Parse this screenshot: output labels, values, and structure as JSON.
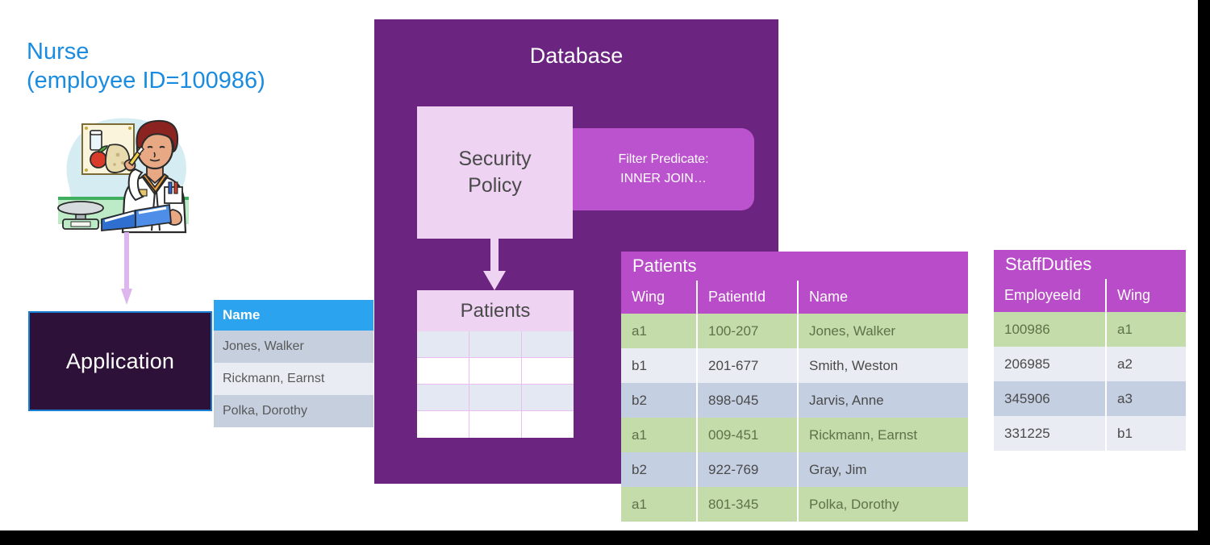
{
  "actor": {
    "role_label": "Nurse",
    "id_label": "(employee ID=100986)",
    "color": "#1A8CE0",
    "illustration": "nurse-dietitian-illustration"
  },
  "application": {
    "label": "Application",
    "background": "#2E1138",
    "border_color": "#1A7FD4"
  },
  "result_table": {
    "header": "Name",
    "header_color": "#2BA3EE",
    "rows": [
      "Jones, Walker",
      "Rickmann, Earnst",
      "Polka, Dorothy"
    ]
  },
  "database": {
    "title": "Database",
    "background": "#6B2480",
    "security_policy": {
      "line1": "Security",
      "line2": "Policy",
      "background": "#EED3F2"
    },
    "filter_predicate": {
      "line1": "Filter Predicate:",
      "line2": "INNER JOIN…",
      "background": "#BB52CE"
    },
    "inner_table": {
      "title": "Patients",
      "columns": 3,
      "rows": 4
    }
  },
  "patients_table": {
    "title": "Patients",
    "accent": "#B94CC8",
    "highlight": "#C3DCA9",
    "columns": [
      "Wing",
      "PatientId",
      "Name"
    ],
    "rows": [
      {
        "wing": "a1",
        "patient_id": "100-207",
        "name": "Jones, Walker",
        "style": "hl"
      },
      {
        "wing": "b1",
        "patient_id": "201-677",
        "name": "Smith, Weston",
        "style": "lt"
      },
      {
        "wing": "b2",
        "patient_id": "898-045",
        "name": "Jarvis, Anne",
        "style": "sh"
      },
      {
        "wing": "a1",
        "patient_id": "009-451",
        "name": "Rickmann, Earnst",
        "style": "hl"
      },
      {
        "wing": "b2",
        "patient_id": "922-769",
        "name": "Gray, Jim",
        "style": "sh"
      },
      {
        "wing": "a1",
        "patient_id": "801-345",
        "name": "Polka, Dorothy",
        "style": "hl"
      }
    ]
  },
  "staffduties_table": {
    "title": "StaffDuties",
    "accent": "#B94CC8",
    "highlight": "#C3DCA9",
    "columns": [
      "EmployeeId",
      "Wing"
    ],
    "rows": [
      {
        "employee_id": "100986",
        "wing": "a1",
        "style": "hl"
      },
      {
        "employee_id": "206985",
        "wing": "a2",
        "style": "lt"
      },
      {
        "employee_id": "345906",
        "wing": "a3",
        "style": "sh"
      },
      {
        "employee_id": "331225",
        "wing": "b1",
        "style": "lt"
      }
    ]
  }
}
